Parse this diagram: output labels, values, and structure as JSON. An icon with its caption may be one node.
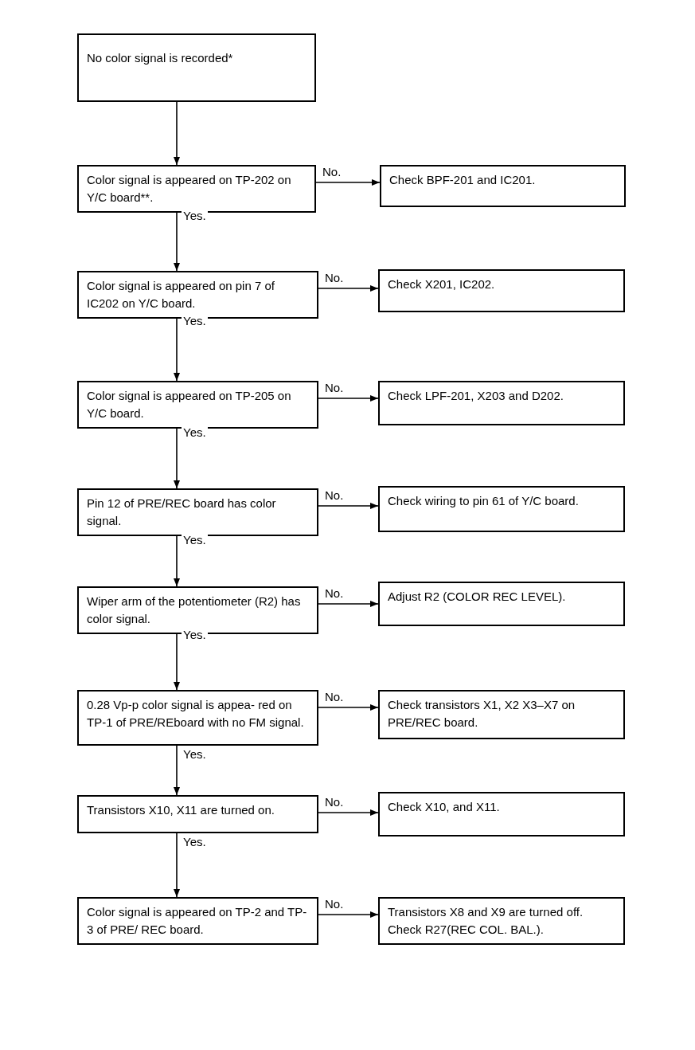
{
  "diagram": {
    "nodes": [
      {
        "text": [
          "No color signal is recorded*"
        ]
      },
      {
        "text": [
          "Color signal is appeared on TP-202 on Y/C board**."
        ]
      },
      {
        "text": [
          "Check BPF-201 and IC201."
        ]
      },
      {
        "text": [
          "Color signal is appeared on pin 7 of IC202 on Y/C board."
        ]
      },
      {
        "text": [
          "Check X201, IC202."
        ]
      },
      {
        "text": [
          "Color signal is appeared on TP-205 on Y/C board."
        ]
      },
      {
        "text": [
          "Check LPF-201, X203 and D202."
        ]
      },
      {
        "text": [
          "Pin 12 of PRE/REC board has color signal."
        ]
      },
      {
        "text": [
          "Check wiring to pin 61 of Y/C board."
        ]
      },
      {
        "text": [
          "Wiper arm of the potentiometer (R2) has color signal."
        ]
      },
      {
        "text": [
          "Adjust R2 (COLOR REC LEVEL)."
        ]
      },
      {
        "text": [
          "0.28 Vp-p color signal is appea- red on TP-1 of PRE/REboard with no FM signal."
        ]
      },
      {
        "text": [
          "Check transistors X1, X2 X3–X7 on PRE/REC board."
        ]
      },
      {
        "text": [
          "Transistors X10, X11 are turned on."
        ]
      },
      {
        "text": [
          "Check X10, and X11."
        ]
      },
      {
        "text": [
          "Color signal is appeared on TP-2 and TP-3 of PRE/ REC board."
        ]
      },
      {
        "text": [
          "Transistors X8 and X9 are turned off. Check R27(REC COL. BAL.)."
        ]
      }
    ],
    "edges": [
      {
        "from": 0,
        "to": 1,
        "arrow": "to"
      },
      {
        "from": 1,
        "to": 2,
        "arrow": "to",
        "label": "No."
      },
      {
        "from": 1,
        "to": 3,
        "arrow": "to",
        "label": "Yes."
      },
      {
        "from": 3,
        "to": 4,
        "arrow": "to",
        "label": "No."
      },
      {
        "from": 3,
        "to": 5,
        "arrow": "to",
        "label": "Yes."
      },
      {
        "from": 5,
        "to": 6,
        "arrow": "to",
        "label": "No."
      },
      {
        "from": 5,
        "to": 7,
        "arrow": "to",
        "label": "Yes."
      },
      {
        "from": 7,
        "to": 8,
        "arrow": "to",
        "label": "No."
      },
      {
        "from": 7,
        "to": 9,
        "arrow": "to",
        "label": "Yes."
      },
      {
        "from": 9,
        "to": 10,
        "arrow": "to",
        "label": "No."
      },
      {
        "from": 9,
        "to": 11,
        "arrow": "to",
        "label": "Yes."
      },
      {
        "from": 11,
        "to": 12,
        "arrow": "to",
        "label": "No."
      },
      {
        "from": 11,
        "to": 13,
        "arrow": "to",
        "label": "Yes."
      },
      {
        "from": 13,
        "to": 14,
        "arrow": "to",
        "label": "No."
      },
      {
        "from": 13,
        "to": 15,
        "arrow": "to",
        "label": "Yes."
      },
      {
        "from": 15,
        "to": 16,
        "arrow": "to",
        "label": "No."
      }
    ]
  }
}
